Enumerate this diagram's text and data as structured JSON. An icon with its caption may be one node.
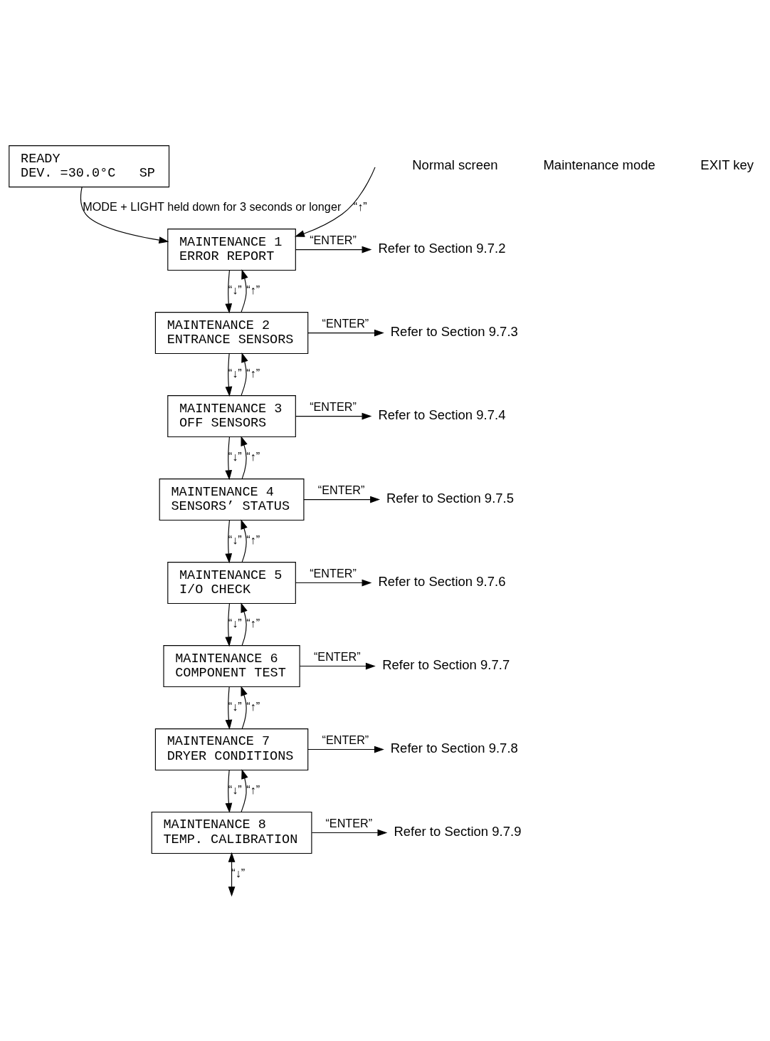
{
  "diagram": {
    "nodes": [
      {
        "text": [
          "READY",
          "DEV. =30.0°C   SP"
        ]
      },
      {
        "text": [
          "MAINTENANCE 1",
          "ERROR REPORT"
        ]
      },
      {
        "text": [
          "MAINTENANCE 2",
          "ENTRANCE SENSORS"
        ]
      },
      {
        "text": [
          "MAINTENANCE 3",
          "OFF SENSORS"
        ]
      },
      {
        "text": [
          "MAINTENANCE 4",
          "SENSORS’ STATUS"
        ]
      },
      {
        "text": [
          "MAINTENANCE 5",
          "I/O CHECK"
        ]
      },
      {
        "text": [
          "MAINTENANCE 6",
          "COMPONENT TEST"
        ]
      },
      {
        "text": [
          "MAINTENANCE 7",
          "DRYER CONDITIONS"
        ]
      },
      {
        "text": [
          "MAINTENANCE 8",
          "TEMP. CALIBRATION"
        ]
      },
      {
        "text": [
          "Refer to Section 9.7.2"
        ]
      },
      {
        "text": [
          "Refer to Section 9.7.3"
        ]
      },
      {
        "text": [
          "Refer to Section 9.7.4"
        ]
      },
      {
        "text": [
          "Refer to Section 9.7.5"
        ]
      },
      {
        "text": [
          "Refer to Section 9.7.6"
        ]
      },
      {
        "text": [
          "Refer to Section 9.7.7"
        ]
      },
      {
        "text": [
          "Refer to Section 9.7.8"
        ]
      },
      {
        "text": [
          "Refer to Section 9.7.9"
        ]
      }
    ],
    "edges": [
      {
        "from": 0,
        "to": 1,
        "arrow": "to",
        "label": "MODE + LIGHT held down for 3 seconds or longer"
      },
      {
        "from": null,
        "to": 1,
        "arrow": "to",
        "label": "“↑”"
      },
      {
        "from": 1,
        "to": 9,
        "arrow": "to",
        "label": "“ENTER”"
      },
      {
        "from": 1,
        "to": 2,
        "arrow": "to",
        "label": "“↓”"
      },
      {
        "from": 2,
        "to": 1,
        "arrow": "to",
        "label": "“↑”"
      },
      {
        "from": 2,
        "to": 10,
        "arrow": "to",
        "label": "“ENTER”"
      },
      {
        "from": 2,
        "to": 3,
        "arrow": "to",
        "label": "“↓”"
      },
      {
        "from": 3,
        "to": 2,
        "arrow": "to",
        "label": "“↑”"
      },
      {
        "from": 3,
        "to": 11,
        "arrow": "to",
        "label": "“ENTER”"
      },
      {
        "from": 3,
        "to": 4,
        "arrow": "to",
        "label": "“↓”"
      },
      {
        "from": 4,
        "to": 3,
        "arrow": "to",
        "label": "“↑”"
      },
      {
        "from": 4,
        "to": 12,
        "arrow": "to",
        "label": "“ENTER”"
      },
      {
        "from": 4,
        "to": 5,
        "arrow": "to",
        "label": "“↓”"
      },
      {
        "from": 5,
        "to": 4,
        "arrow": "to",
        "label": "“↑”"
      },
      {
        "from": 5,
        "to": 13,
        "arrow": "to",
        "label": "“ENTER”"
      },
      {
        "from": 5,
        "to": 6,
        "arrow": "to",
        "label": "“↓”"
      },
      {
        "from": 6,
        "to": 5,
        "arrow": "to",
        "label": "“↑”"
      },
      {
        "from": 6,
        "to": 14,
        "arrow": "to",
        "label": "“ENTER”"
      },
      {
        "from": 6,
        "to": 7,
        "arrow": "to",
        "label": "“↓”"
      },
      {
        "from": 7,
        "to": 6,
        "arrow": "to",
        "label": "“↑”"
      },
      {
        "from": 7,
        "to": 15,
        "arrow": "to",
        "label": "“ENTER”"
      },
      {
        "from": 7,
        "to": 8,
        "arrow": "to",
        "label": "“↓”"
      },
      {
        "from": 8,
        "to": 7,
        "arrow": "to",
        "label": "“↑”"
      },
      {
        "from": 8,
        "to": 16,
        "arrow": "to",
        "label": "“ENTER”"
      },
      {
        "from": 8,
        "to": null,
        "arrow": "both",
        "label": "“↓”"
      }
    ],
    "labels": [
      "Normal screen",
      "Maintenance mode",
      "EXIT key"
    ]
  }
}
